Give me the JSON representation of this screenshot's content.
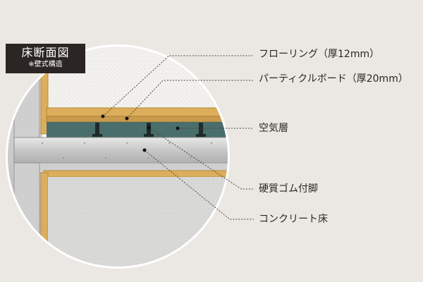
{
  "figure": {
    "title": "床断面図",
    "subtitle": "※壁式構造"
  },
  "labels": {
    "flooring": "フローリング（厚12mm）",
    "particleboard": "パーティクルボード（厚20mm）",
    "air_layer": "空気層",
    "rubber_feet": "硬質ゴム付脚",
    "concrete_floor": "コンクリート床"
  },
  "colors": {
    "background": "#ebe8e3",
    "wall": "#f2f1ee",
    "wood": "#dcae5c",
    "air_layer": "#4a6e6b",
    "concrete": "#c4c4c4",
    "title_box": "#2b2623"
  }
}
